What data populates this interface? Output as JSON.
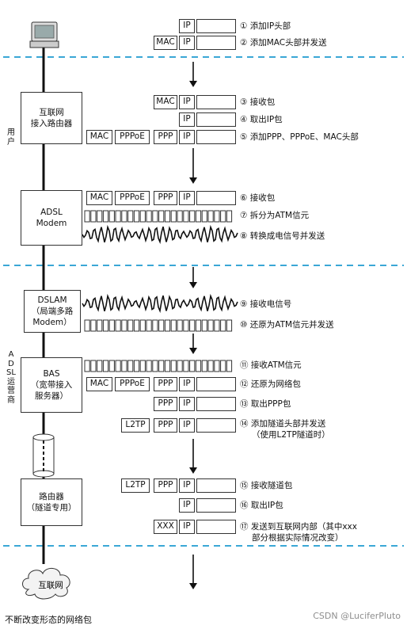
{
  "side_labels": {
    "user": "用户",
    "isp": "ADSL运营商"
  },
  "nodes": {
    "router": [
      "互联网",
      "接入路由器"
    ],
    "adsl": [
      "ADSL",
      "Modem"
    ],
    "dslam": [
      "DSLAM",
      "（局端多路",
      "Modem）"
    ],
    "bas": [
      "BAS",
      "（宽带接入",
      "服务器）"
    ],
    "tunnel_router": [
      "路由器",
      "（隧道专用）"
    ]
  },
  "cloud_label": "互联网",
  "steps": {
    "s1": "① 添加IP头部",
    "s2": "② 添加MAC头部并发送",
    "s3": "③ 接收包",
    "s4": "④ 取出IP包",
    "s5": "⑤ 添加PPP、PPPoE、MAC头部",
    "s6": "⑥ 接收包",
    "s7": "⑦ 拆分为ATM信元",
    "s8": "⑧ 转换成电信号并发送",
    "s9": "⑨ 接收电信号",
    "s10": "⑩ 还原为ATM信元并发送",
    "s11": "⑪ 接收ATM信元",
    "s12": "⑫ 还原为网络包",
    "s13": "⑬ 取出PPP包",
    "s14a": "⑭ 添加隧道头部并发送",
    "s14b": "（使用L2TP隧道时）",
    "s15": "⑮ 接收隧道包",
    "s16": "⑯ 取出IP包",
    "s17a": "⑰ 发送到互联网内部（其中xxx",
    "s17b": "部分根据实际情况改变）"
  },
  "headers": {
    "ip": "IP",
    "mac": "MAC",
    "pppoe": "PPPoE",
    "ppp": "PPP",
    "l2tp": "L2TP",
    "xxx": "XXX"
  },
  "caption": "不断改变形态的网络包",
  "watermark": "CSDN @LuciferPluto"
}
